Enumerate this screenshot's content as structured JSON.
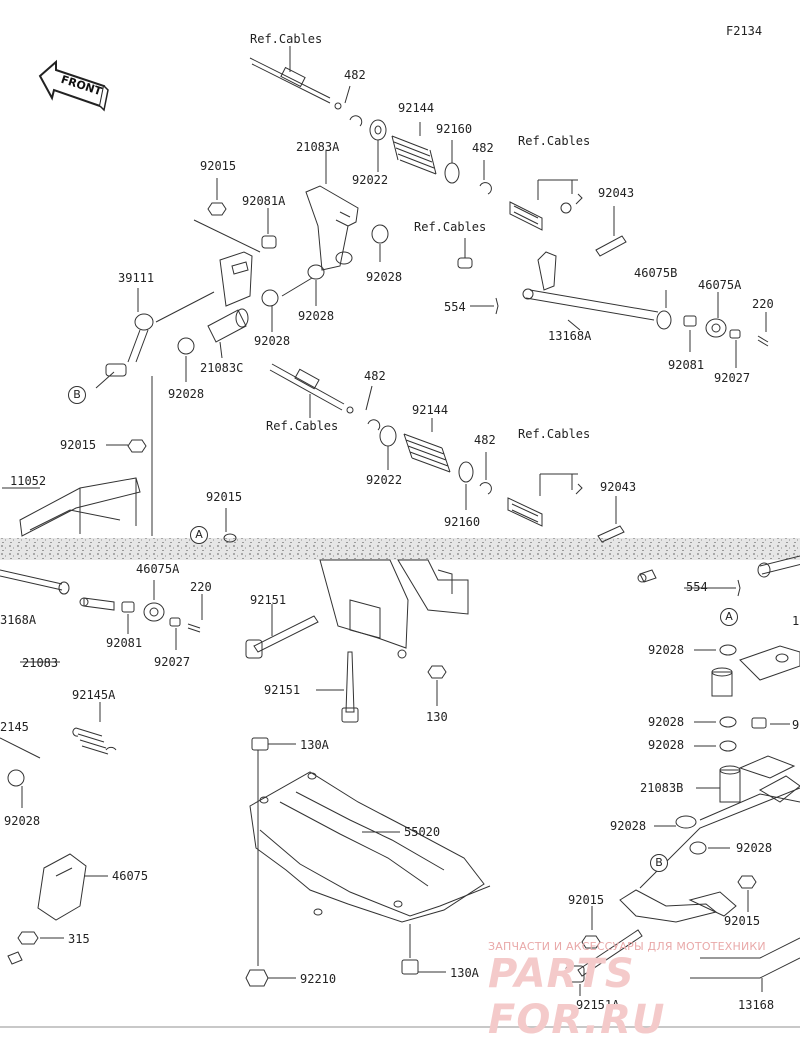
{
  "diagram_code": "F2134",
  "front_badge": "FRONT",
  "watermark": {
    "line1": "ЗАПЧАСТИ И АКСЕССУАРЫ ДЛЯ МОТОТЕХНИКИ",
    "line2": "PARTS FOR.RU"
  },
  "callouts": {
    "A": "A",
    "B": "B"
  },
  "part_labels": {
    "ref_cables_1": "Ref.Cables",
    "p482_1": "482",
    "p92144_1": "92144",
    "p92160_1": "92160",
    "p482_2": "482",
    "ref_cables_2": "Ref.Cables",
    "p92015_1": "92015",
    "p21083a": "21083A",
    "p92081a": "92081A",
    "p92022_1": "92022",
    "ref_cables_3": "Ref.Cables",
    "p92043_1": "92043",
    "p39111": "39111",
    "p92028_1": "92028",
    "p92028_2": "92028",
    "p92028_3": "92028",
    "p554_1": "554",
    "p13168a_1": "13168A",
    "p46075b": "46075B",
    "p46075a_1": "46075A",
    "p220_1": "220",
    "p21083c": "21083C",
    "p92028_4": "92028",
    "p92081_1": "92081",
    "p92027_1": "92027",
    "p482_3": "482",
    "ref_cables_4": "Ref.Cables",
    "p92144_2": "92144",
    "p92015_2": "92015",
    "p482_4": "482",
    "ref_cables_5": "Ref.Cables",
    "p11052": "11052",
    "p92022_2": "92022",
    "p92043_2": "92043",
    "p92160_2": "92160",
    "p92015_3": "92015",
    "p46075a_2": "46075A",
    "p220_2": "220",
    "p13168a_2": "3168A",
    "p92151_1": "92151",
    "p554_2": "554",
    "p92081_2": "92081",
    "p92027_2": "92027",
    "p21083": "21083",
    "p92151_2": "92151",
    "p130_1": "130",
    "p92028_5": "92028",
    "p92145a": "92145A",
    "p92145": "2145",
    "p130a_1": "130A",
    "p92028_6": "92028",
    "p92028_7": "92028",
    "p92028_8": "92028",
    "p21083b": "21083B",
    "p55020": "55020",
    "p92028_9": "92028",
    "p92028_10": "92028",
    "p46075": "46075",
    "p92015_4": "92015",
    "p92015_5": "92015",
    "p315": "315",
    "p92210": "92210",
    "p130a_2": "130A",
    "p92151a": "92151A",
    "p13168": "13168",
    "p9_partial": "9",
    "p1_partial": "1"
  }
}
